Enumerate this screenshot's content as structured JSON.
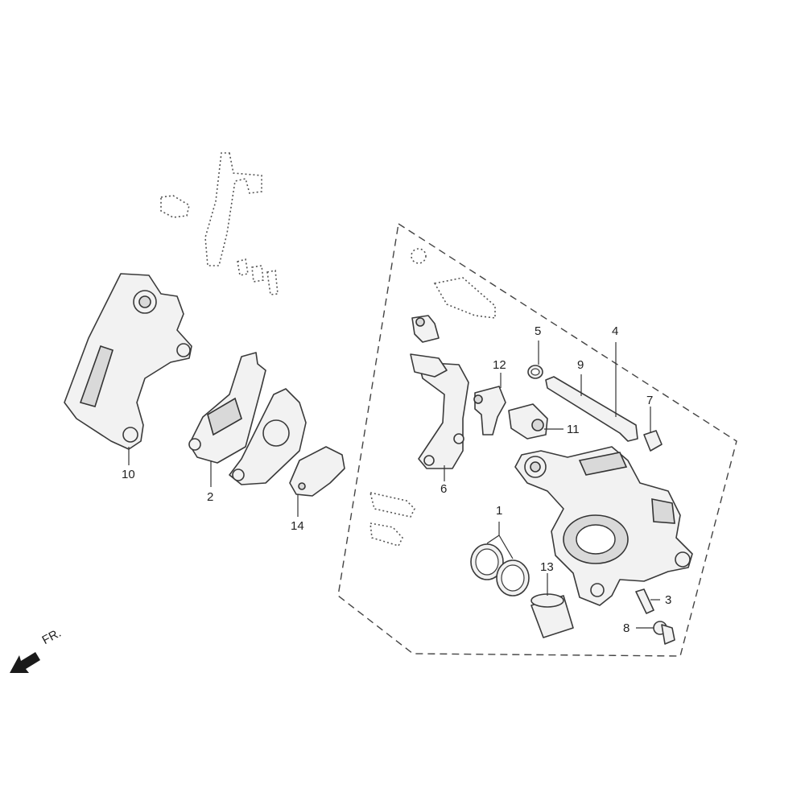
{
  "diagram": {
    "direction_label": "FR.",
    "callouts": [
      {
        "id": "1",
        "text": "1"
      },
      {
        "id": "2",
        "text": "2"
      },
      {
        "id": "3",
        "text": "3"
      },
      {
        "id": "4",
        "text": "4"
      },
      {
        "id": "5",
        "text": "5"
      },
      {
        "id": "6",
        "text": "6"
      },
      {
        "id": "7",
        "text": "7"
      },
      {
        "id": "8",
        "text": "8"
      },
      {
        "id": "9",
        "text": "9"
      },
      {
        "id": "10",
        "text": "10"
      },
      {
        "id": "11",
        "text": "11"
      },
      {
        "id": "12",
        "text": "12"
      },
      {
        "id": "13",
        "text": "13"
      },
      {
        "id": "14",
        "text": "14"
      }
    ]
  }
}
